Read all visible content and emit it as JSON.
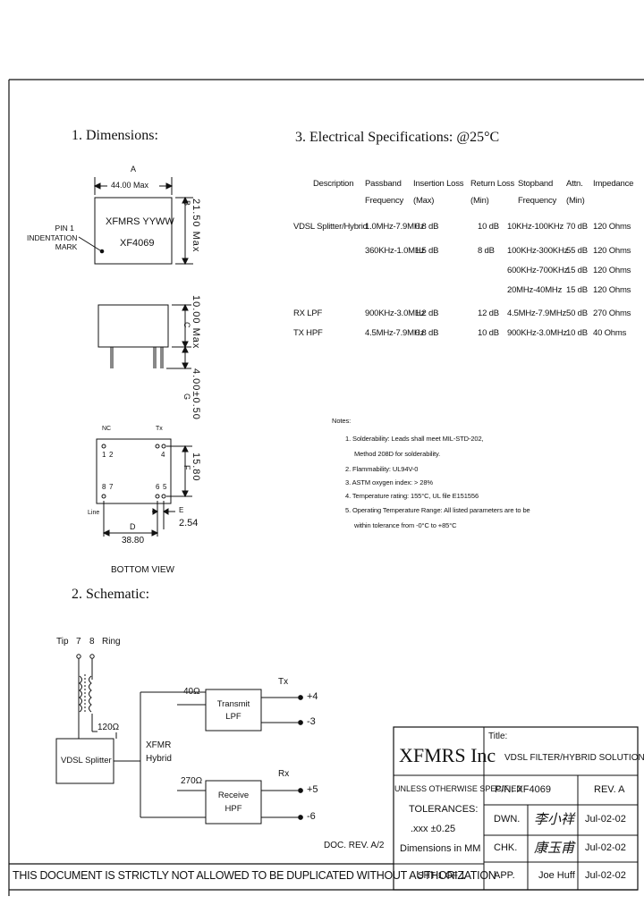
{
  "dimensions": {
    "heading": "1. Dimensions:",
    "dim_a_letter": "A",
    "dim_a_value": "44.00 Max",
    "part_lines": [
      "XFMRS YYWW",
      "XF4069"
    ],
    "pin1_label": [
      "PIN 1",
      "INDENTATION",
      "MARK"
    ],
    "dim_b_letter": "B",
    "dim_b_value": "21.50 Max",
    "dim_c_letter": "C",
    "dim_c_value": "10.00 Max",
    "dim_g_letter": "G",
    "dim_g_value": "4.00±0.50",
    "pin_labels": [
      "NC",
      "Tx",
      "1",
      "2",
      "4",
      "8",
      "7",
      "6",
      "5"
    ],
    "dim_f_letter": "F",
    "dim_f_value": "15.80",
    "dim_e_letter": "E",
    "dim_e_value": "2.54",
    "dim_d_letter": "D",
    "dim_d_value": "38.80",
    "line_label": "Line",
    "bottom_view": "BOTTOM VIEW"
  },
  "schematic": {
    "heading": "2. Schematic:",
    "tip_label": "Tip",
    "pin7": "7",
    "pin8": "8",
    "ring_label": "Ring",
    "r120": "120Ω",
    "splitter_label": "VDSL Splitter",
    "xfmr_label": [
      "XFMR",
      "Hybrid"
    ],
    "r40": "40Ω",
    "transmit_label": [
      "Transmit",
      "LPF"
    ],
    "tx_label": "Tx",
    "pin_p4": "+4",
    "pin_m3": "-3",
    "r270": "270Ω",
    "receive_label": [
      "Receive",
      "HPF"
    ],
    "rx_label": "Rx",
    "pin_p5": "+5",
    "pin_m6": "-6"
  },
  "electrical": {
    "heading": "3. Electrical   Specifications: @25°C",
    "headers": [
      [
        "Description",
        ""
      ],
      [
        "Passband",
        "Frequency"
      ],
      [
        "Insertion Loss",
        "(Max)"
      ],
      [
        "Return Loss",
        "(Min)"
      ],
      [
        "Stopband",
        "Frequency"
      ],
      [
        "Attn.",
        "(Min)"
      ],
      [
        "Impedance",
        ""
      ]
    ],
    "rows": [
      [
        "VDSL Splitter/Hybrid",
        "1.0MHz-7.9MHz",
        "0.8 dB",
        "10 dB",
        "10KHz-100KHz",
        "70 dB",
        "120 Ohms"
      ],
      [
        "",
        "360KHz-1.0MHz",
        "1.5 dB",
        "8 dB",
        "100KHz-300KHz",
        "55 dB",
        "120 Ohms"
      ],
      [
        "",
        "",
        "",
        "",
        "600KHz-700KHz",
        "15 dB",
        "120 Ohms"
      ],
      [
        "",
        "",
        "",
        "",
        "20MHz-40MHz",
        "15 dB",
        "120 Ohms"
      ],
      [
        "RX LPF",
        "900KHz-3.0MHz",
        "1.2 dB",
        "12 dB",
        "4.5MHz-7.9MHz",
        "50 dB",
        "270 Ohms"
      ],
      [
        "TX HPF",
        "4.5MHz-7.9MHz",
        "0.8 dB",
        "10 dB",
        "900KHz-3.0MHz",
        "10 dB",
        "40 Ohms"
      ]
    ],
    "notes_title": "Notes:",
    "notes": [
      "1. Solderability: Leads shall meet MIL-STD-202,",
      "Method 208D for solderability.",
      "2. Flammability: UL94V-0",
      "3. ASTM oxygen index: > 28%",
      "4. Temperature rating: 155°C, UL file E151556",
      "5. Operating Temperature Range: All listed parameters are to be",
      "within tolerance from -0°C to +85°C"
    ]
  },
  "title_block": {
    "doc_rev": "DOC. REV. A/2",
    "company": "XFMRS Inc",
    "title_label": "Title:",
    "title": "VDSL FILTER/HYBRID SOLUTION",
    "unless": "UNLESS OTHERWISE SPECIFIED",
    "tolerances": "TOLERANCES:",
    "tol_value": ".xxx ±0.25",
    "dimensions_in": "Dimensions in MM",
    "pn": "P/N: XF4069",
    "rev": "REV. A",
    "dwn": "DWN.",
    "dwn_name": "李小祥",
    "dwn_date": "Jul-02-02",
    "chk": "CHK.",
    "chk_name": "康玉甫",
    "chk_date": "Jul-02-02",
    "app": "APP.",
    "app_name": "Joe Huff",
    "app_date": "Jul-02-02",
    "sheet": "SHT 1 OF 1",
    "warning": "THIS DOCUMENT IS STRICTLY NOT ALLOWED TO BE DUPLICATED WITHOUT AUTHORIZATION"
  }
}
